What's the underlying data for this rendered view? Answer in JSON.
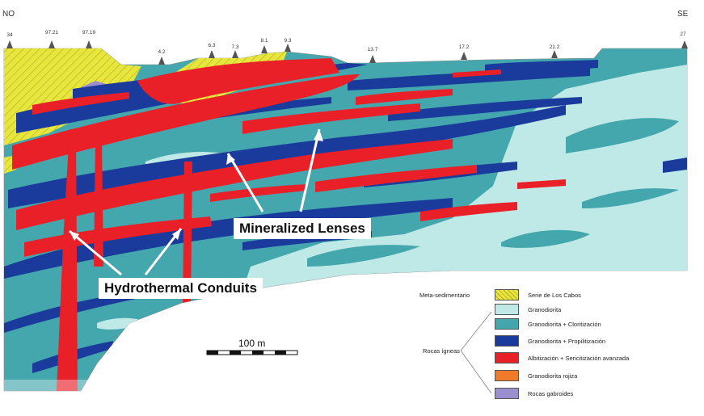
{
  "compass": {
    "west": "NO",
    "east": "SE"
  },
  "distance_markers": [
    "34",
    "97.21",
    "97.19",
    "4.2",
    "6.3",
    "7.3",
    "8.1",
    "9.3",
    "13.7",
    "17.2",
    "21.2",
    "27"
  ],
  "callouts": {
    "mineralized": "Mineralized Lenses",
    "hydrothermal": "Hydrothermal Conduits"
  },
  "scale_bar": {
    "label": "100 m"
  },
  "legend": {
    "group_meta": "Meta-sedimentario",
    "group_igneous": "Rocas ígneas",
    "items": [
      {
        "label": "Serie de Los Cabos",
        "color": "#e7e63c",
        "hatched": true
      },
      {
        "label": "Granodiorita",
        "color": "#bfe9e6",
        "hatched": false
      },
      {
        "label": "Granodiorita + Cloritización",
        "color": "#43a7ad",
        "hatched": false
      },
      {
        "label": "Granodiorita + Propilitización",
        "color": "#1b3b9c",
        "hatched": false
      },
      {
        "label": "Albitización + Sericitización avanzada",
        "color": "#ea2028",
        "hatched": false
      },
      {
        "label": "Granodiorita rojiza",
        "color": "#f07a2c",
        "hatched": false
      },
      {
        "label": "Rocas gabroides",
        "color": "#9b8fd0",
        "hatched": false
      }
    ]
  }
}
